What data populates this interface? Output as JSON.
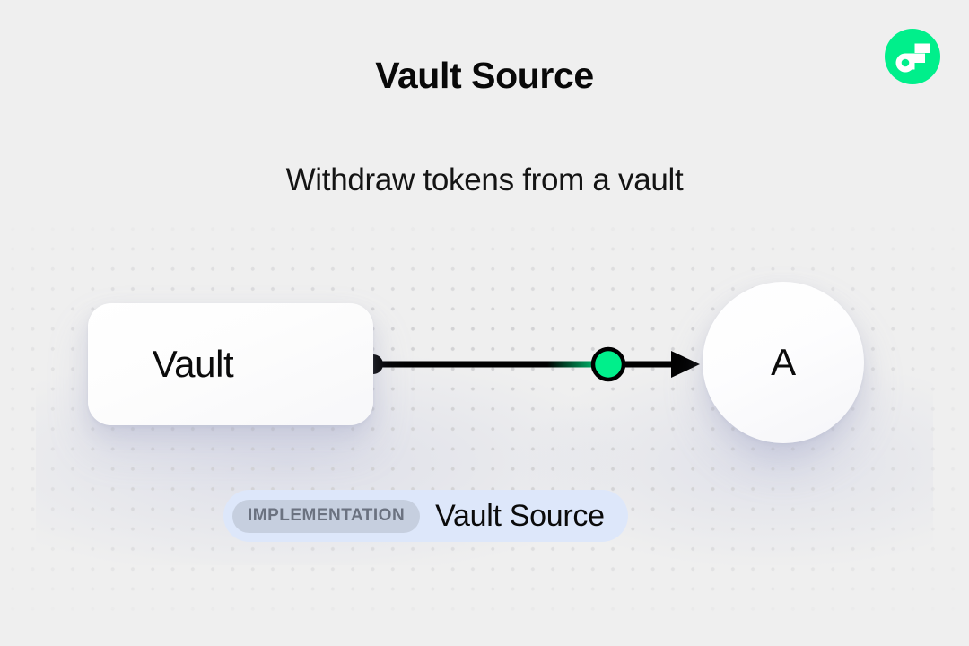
{
  "header": {
    "title": "Vault Source",
    "subtitle": "Withdraw tokens from a vault",
    "logo_icon": "flow-logo-icon"
  },
  "colors": {
    "background": "#efefef",
    "dot_grid": "#d3d3d5",
    "brand_green": "#00ef8b",
    "edge_black": "#000000",
    "node_surface": "#ffffff",
    "badge_outer": "#dde7fa",
    "badge_chip": "#c6cfdf",
    "badge_chip_text": "#6b7280",
    "text_primary": "#0b0b0b"
  },
  "diagram": {
    "nodes": [
      {
        "id": "vault",
        "label": "Vault",
        "shape": "rounded-rect"
      },
      {
        "id": "a",
        "label": "A",
        "shape": "circle"
      }
    ],
    "edge": {
      "from": "vault",
      "to": "a",
      "source_handle_icon": "edge-source-dot-icon",
      "midpoint_icon": "edge-midpoint-dot-icon",
      "arrow_icon": "edge-arrowhead-icon"
    }
  },
  "badge": {
    "kind_label": "IMPLEMENTATION",
    "value": "Vault Source"
  }
}
